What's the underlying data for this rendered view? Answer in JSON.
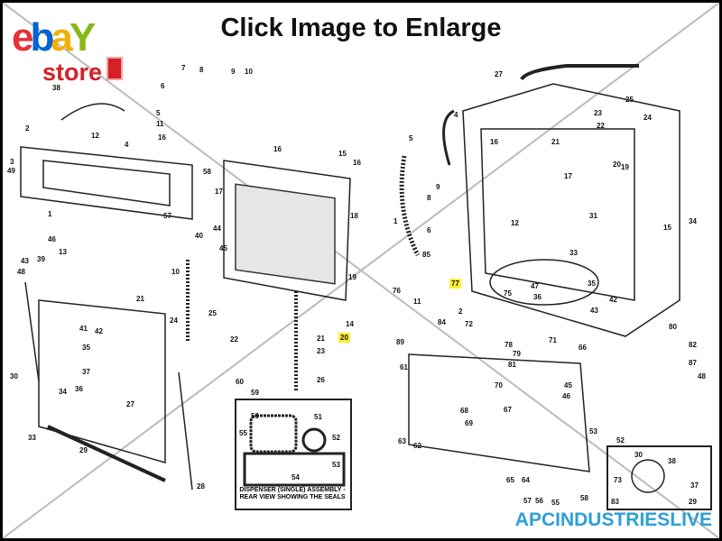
{
  "title": "Click Image to Enlarge",
  "logo": {
    "letters": [
      "e",
      "b",
      "a",
      "Y"
    ],
    "colors": [
      "#e53238",
      "#0064d2",
      "#f5af02",
      "#86b817"
    ],
    "store": "store"
  },
  "watermark": "APCINDUSTRIESLIVE",
  "inset_caption": "DISPENSER (SINGLE) ASSEMBLY - REAR VIEW SHOWING THE SEALS",
  "highlighted_parts": [
    "20",
    "77"
  ],
  "left_labels": [
    "38",
    "7",
    "8",
    "9",
    "10",
    "6",
    "5",
    "11",
    "16",
    "2",
    "12",
    "4",
    "3",
    "49",
    "1",
    "58",
    "16",
    "15",
    "16",
    "17",
    "57",
    "18",
    "46",
    "44",
    "40",
    "45",
    "13",
    "39",
    "43",
    "48",
    "10",
    "19",
    "21",
    "24",
    "25",
    "14",
    "41",
    "42",
    "22",
    "21",
    "23",
    "26",
    "37",
    "34",
    "36",
    "35",
    "30",
    "27",
    "60",
    "59",
    "33",
    "29",
    "28",
    "50",
    "51",
    "52",
    "55",
    "53",
    "54"
  ],
  "right_labels": [
    "27",
    "25",
    "23",
    "24",
    "22",
    "4",
    "5",
    "16",
    "21",
    "20",
    "19",
    "9",
    "8",
    "17",
    "1",
    "12",
    "34",
    "31",
    "6",
    "15",
    "85",
    "11",
    "76",
    "84",
    "72",
    "2",
    "47",
    "33",
    "75",
    "35",
    "36",
    "42",
    "43",
    "78",
    "81",
    "71",
    "70",
    "45",
    "46",
    "68",
    "69",
    "89",
    "66",
    "67",
    "64",
    "65",
    "57",
    "56",
    "55",
    "58",
    "53",
    "52",
    "63",
    "62",
    "73",
    "30",
    "38",
    "37",
    "83",
    "29",
    "79",
    "80",
    "82",
    "87",
    "48",
    "61"
  ],
  "colors": {
    "highlight": "#ffef33",
    "watermark": "#2e9fd6",
    "brand_red": "#d62027"
  }
}
